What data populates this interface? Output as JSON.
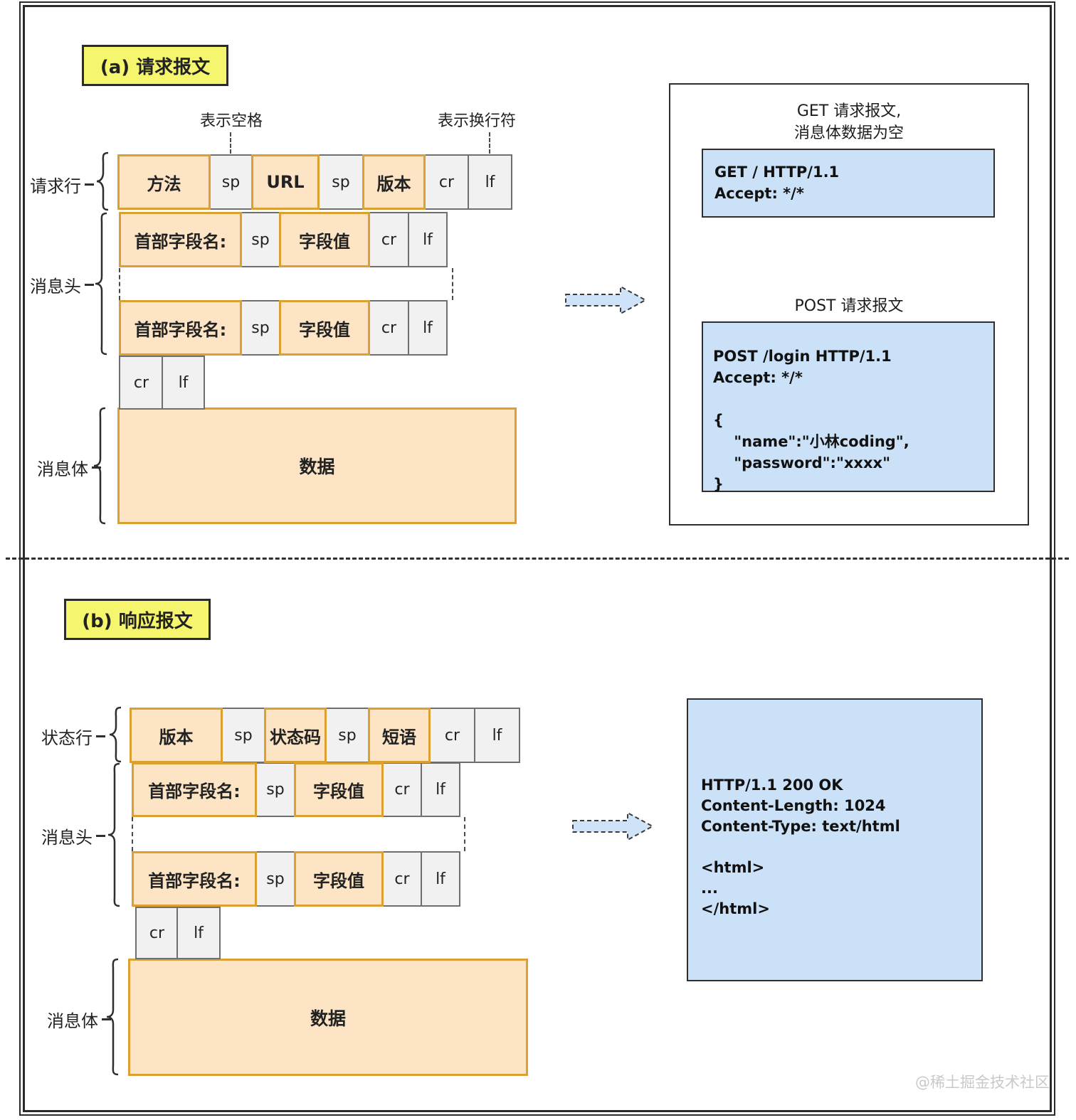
{
  "colors": {
    "cell_orange_fill": "#FCE4C4",
    "cell_orange_border": "#DCA032",
    "cell_gray_fill": "#F1F1F1",
    "title_yellow": "#F5F66E",
    "code_blue": "#CBE1F7",
    "arrow_blue": "#CFE3F8"
  },
  "section_a": {
    "title": "(a) 请求报文",
    "annotations": {
      "space": "表示空格",
      "newline": "表示换行符"
    },
    "labels": {
      "request_line": "请求行",
      "headers": "消息头",
      "body": "消息体"
    },
    "request_line_cells": [
      "方法",
      "sp",
      "URL",
      "sp",
      "版本",
      "cr",
      "lf"
    ],
    "header_cells": [
      "首部字段名:",
      "sp",
      "字段值",
      "cr",
      "lf"
    ],
    "crlf_cells": [
      "cr",
      "lf"
    ],
    "body_label": "数据",
    "panel": {
      "get_title": [
        "GET 请求报文,",
        "消息体数据为空"
      ],
      "get_code": [
        "GET / HTTP/1.1",
        "Accept: */*"
      ],
      "post_title": "POST 请求报文",
      "post_code": [
        "POST /login HTTP/1.1",
        "Accept: */*",
        "",
        "{",
        "    \"name\":\"小林coding\",",
        "    \"password\":\"xxxx\"",
        "}"
      ]
    }
  },
  "section_b": {
    "title": "(b) 响应报文",
    "labels": {
      "status_line": "状态行",
      "headers": "消息头",
      "body": "消息体"
    },
    "status_line_cells": [
      "版本",
      "sp",
      "状态码",
      "sp",
      "短语",
      "cr",
      "lf"
    ],
    "header_cells": [
      "首部字段名:",
      "sp",
      "字段值",
      "cr",
      "lf"
    ],
    "crlf_cells": [
      "cr",
      "lf"
    ],
    "body_label": "数据",
    "panel": {
      "response_code": [
        "HTTP/1.1 200 OK",
        "Content-Length: 1024",
        "Content-Type: text/html",
        "",
        "<html>",
        "...",
        "</html>"
      ]
    }
  },
  "watermark": "@稀土掘金技术社区"
}
